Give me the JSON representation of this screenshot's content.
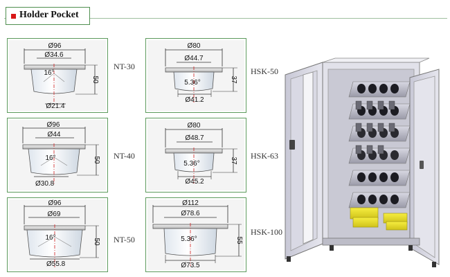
{
  "header": {
    "title": "Holder Pocket"
  },
  "labels": {
    "nt30": "NT-30",
    "nt40": "NT-40",
    "nt50": "NT-50",
    "hsk50": "HSK-50",
    "hsk63": "HSK-63",
    "hsk100": "HSK-100"
  },
  "diagrams": {
    "nt30": {
      "top": "Ø96",
      "mid": "Ø34.6",
      "angle": "16°",
      "bottom": "Ø21.4",
      "height": "50"
    },
    "nt40": {
      "top": "Ø96",
      "mid": "Ø44",
      "angle": "16°",
      "bottom": "Ø30.8",
      "height": "50"
    },
    "nt50": {
      "top": "Ø96",
      "mid": "Ø69",
      "angle": "16°",
      "bottom": "Ø55.8",
      "height": "50"
    },
    "hsk50": {
      "top": "Ø80",
      "mid": "Ø44.7",
      "angle": "5.36°",
      "bottom": "Ø41.2",
      "height": "37"
    },
    "hsk63": {
      "top": "Ø80",
      "mid": "Ø48.7",
      "angle": "5.36°",
      "bottom": "Ø45.2",
      "height": "37"
    },
    "hsk100": {
      "top": "Ø112",
      "mid": "Ø78.6",
      "angle": "5.36°",
      "bottom": "Ø73.5",
      "height": "55"
    }
  },
  "colors": {
    "panel_border": "#5c9a5c",
    "panel_bg": "#f4f4f4",
    "bullet": "#d81818",
    "center_line": "#d02020"
  }
}
